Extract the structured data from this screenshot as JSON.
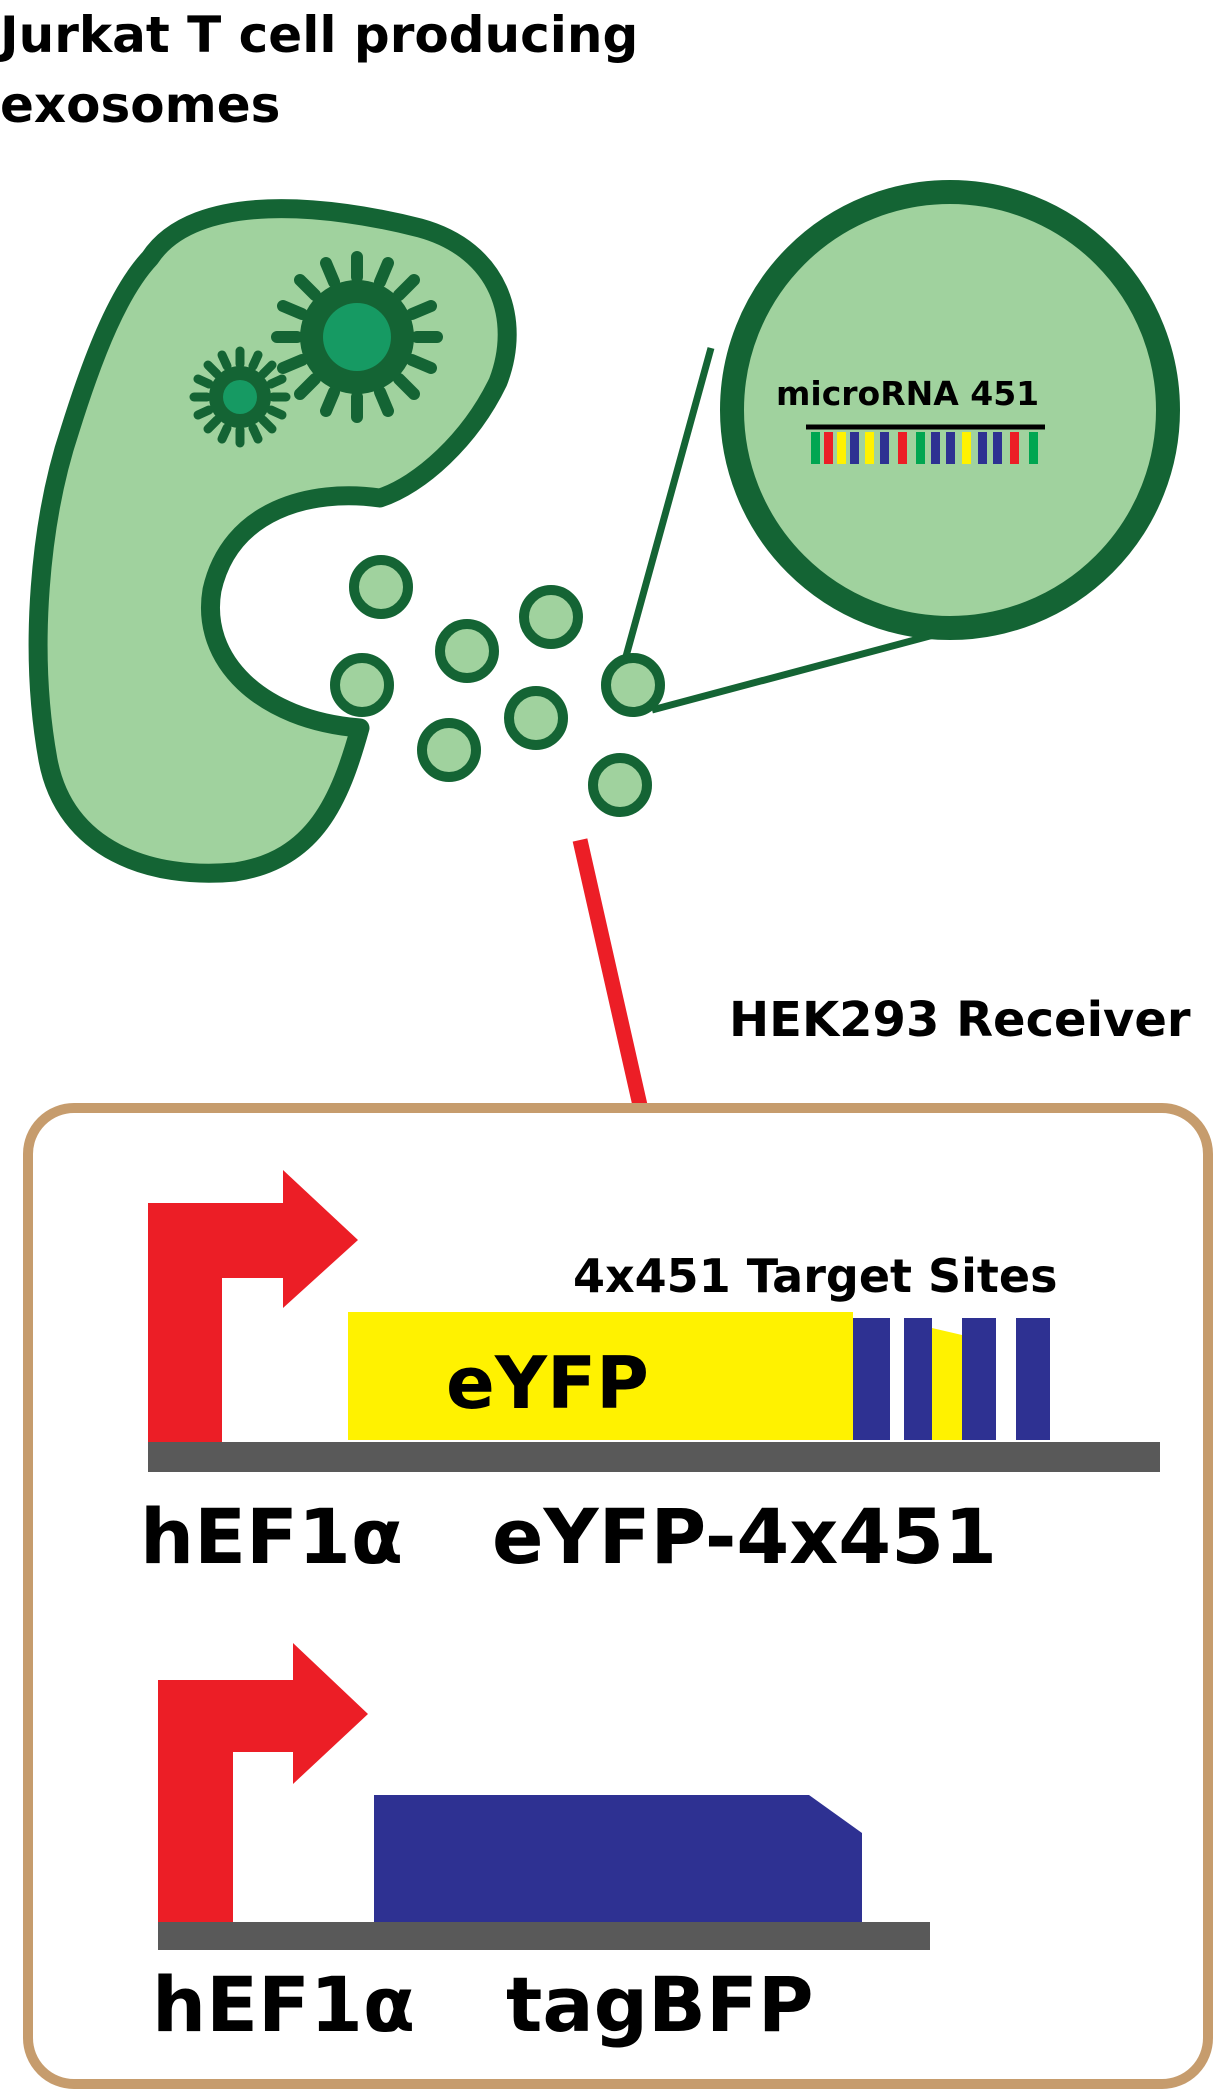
{
  "source": {
    "title": "Jurkat T cell producing exosomes"
  },
  "zoom": {
    "cargo_label": "microRNA 451"
  },
  "receiver": {
    "title": "HEK293 Receiver",
    "construct1": {
      "target_sites_label": "4x451 Target Sites",
      "gene_label": "eYFP",
      "promoter_label": "hEF1α",
      "construct_label": "eYFP-4x451"
    },
    "construct2": {
      "promoter_label": "hEF1α",
      "construct_label": "tagBFP"
    }
  },
  "colors": {
    "cell_dark_green": "#146434",
    "cell_light_green": "#a0d29e",
    "nucleus_green": "#169a63",
    "inhibit_red": "#ec1e26",
    "promoter_red": "#ec1e26",
    "eyfp_yellow": "#fff200",
    "site_blue": "#2e3192",
    "backbone_gray": "#595959",
    "box_tan": "#c69c6d"
  }
}
